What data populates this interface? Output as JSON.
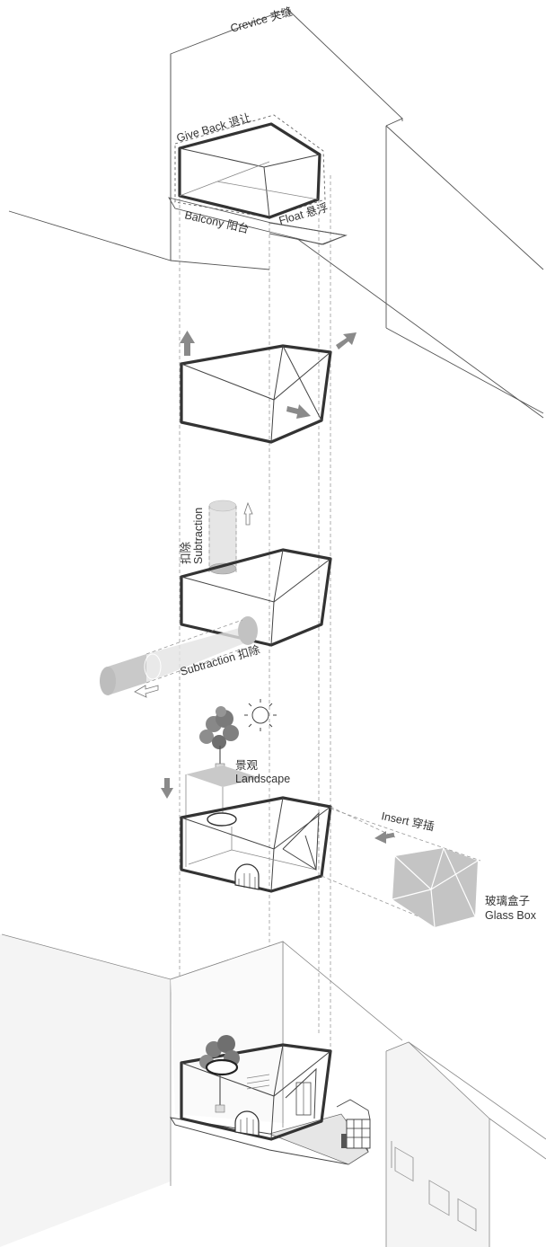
{
  "labels": {
    "crevice": "Crevice 夹缝",
    "give_back": "Give Back 退让",
    "balcony": "Balcony 阳台",
    "float": "Float 悬浮",
    "subtraction_vertical_en": "Subtraction",
    "subtraction_vertical_cn": "扣除",
    "subtraction_horizontal": "Subtraction 扣除",
    "landscape_cn": "景观",
    "landscape_en": "Landscape",
    "insert": "Insert 穿插",
    "glass_box_cn": "玻璃盒子",
    "glass_box_en": "Glass Box"
  },
  "icons": [
    "arrow-up-icon",
    "arrow-diagonal-icon",
    "arrow-right-icon",
    "hollow-arrow-up-icon",
    "hollow-arrow-left-icon",
    "arrow-down-icon",
    "arrow-left-icon",
    "sun-icon",
    "tree-icon"
  ],
  "colors": {
    "heavy_line": "#333333",
    "grey_fill": "#c9c9c9",
    "arrow": "#8a8a8a"
  }
}
